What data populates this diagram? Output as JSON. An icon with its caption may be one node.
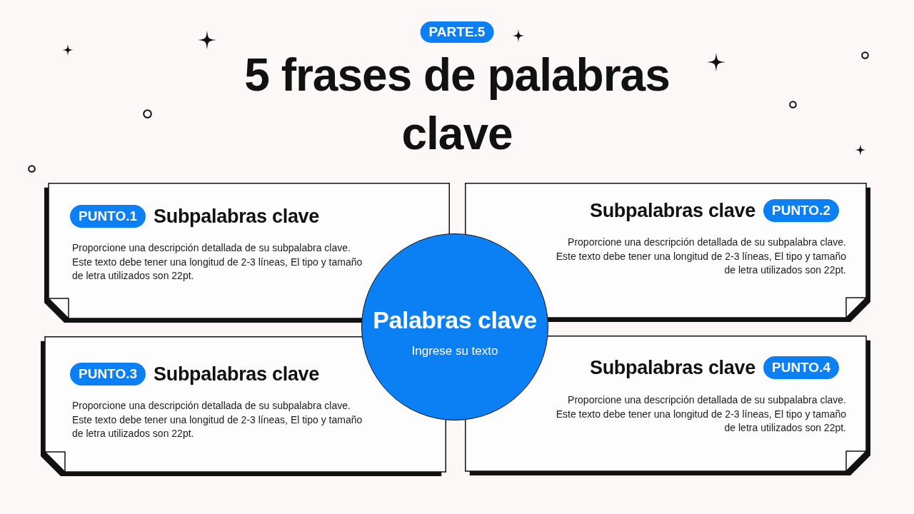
{
  "diagram": {
    "title": "5 frases de palabras clave",
    "nodes": [
      {
        "text": [
          "PARTE.5"
        ]
      },
      {
        "text": [
          "Subpalabras clave",
          "Proporcione una descripción detallada de su subpalabra clave. Este texto debe tener una longitud de 2-3 líneas, El tipo y tamaño de letra utilizados son 22pt."
        ]
      },
      {
        "text": [
          "PUNTO.1"
        ],
        "in": 1
      },
      {
        "text": [
          "Subpalabras clave",
          "Proporcione una descripción detallada de su subpalabra clave. Este texto debe tener una longitud de 2-3 líneas, El tipo y tamaño de letra utilizados son 22pt."
        ]
      },
      {
        "text": [
          "PUNTO.2"
        ],
        "in": 3
      },
      {
        "text": [
          "Palabras clave",
          "Ingrese su texto"
        ]
      },
      {
        "text": [
          "Subpalabras clave",
          "Proporcione una descripción detallada de su subpalabra clave. Este texto debe tener una longitud de 2-3 líneas, El tipo y tamaño de letra utilizados son 22pt."
        ]
      },
      {
        "text": [
          "PUNTO.3"
        ],
        "in": 6
      },
      {
        "text": [
          "Subpalabras clave",
          "Proporcione una descripción detallada de su subpalabra clave. Este texto debe tener una longitud de 2-3 líneas, El tipo y tamaño de letra utilizados son 22pt."
        ]
      },
      {
        "text": [
          "PUNTO.4"
        ],
        "in": 8
      }
    ]
  }
}
